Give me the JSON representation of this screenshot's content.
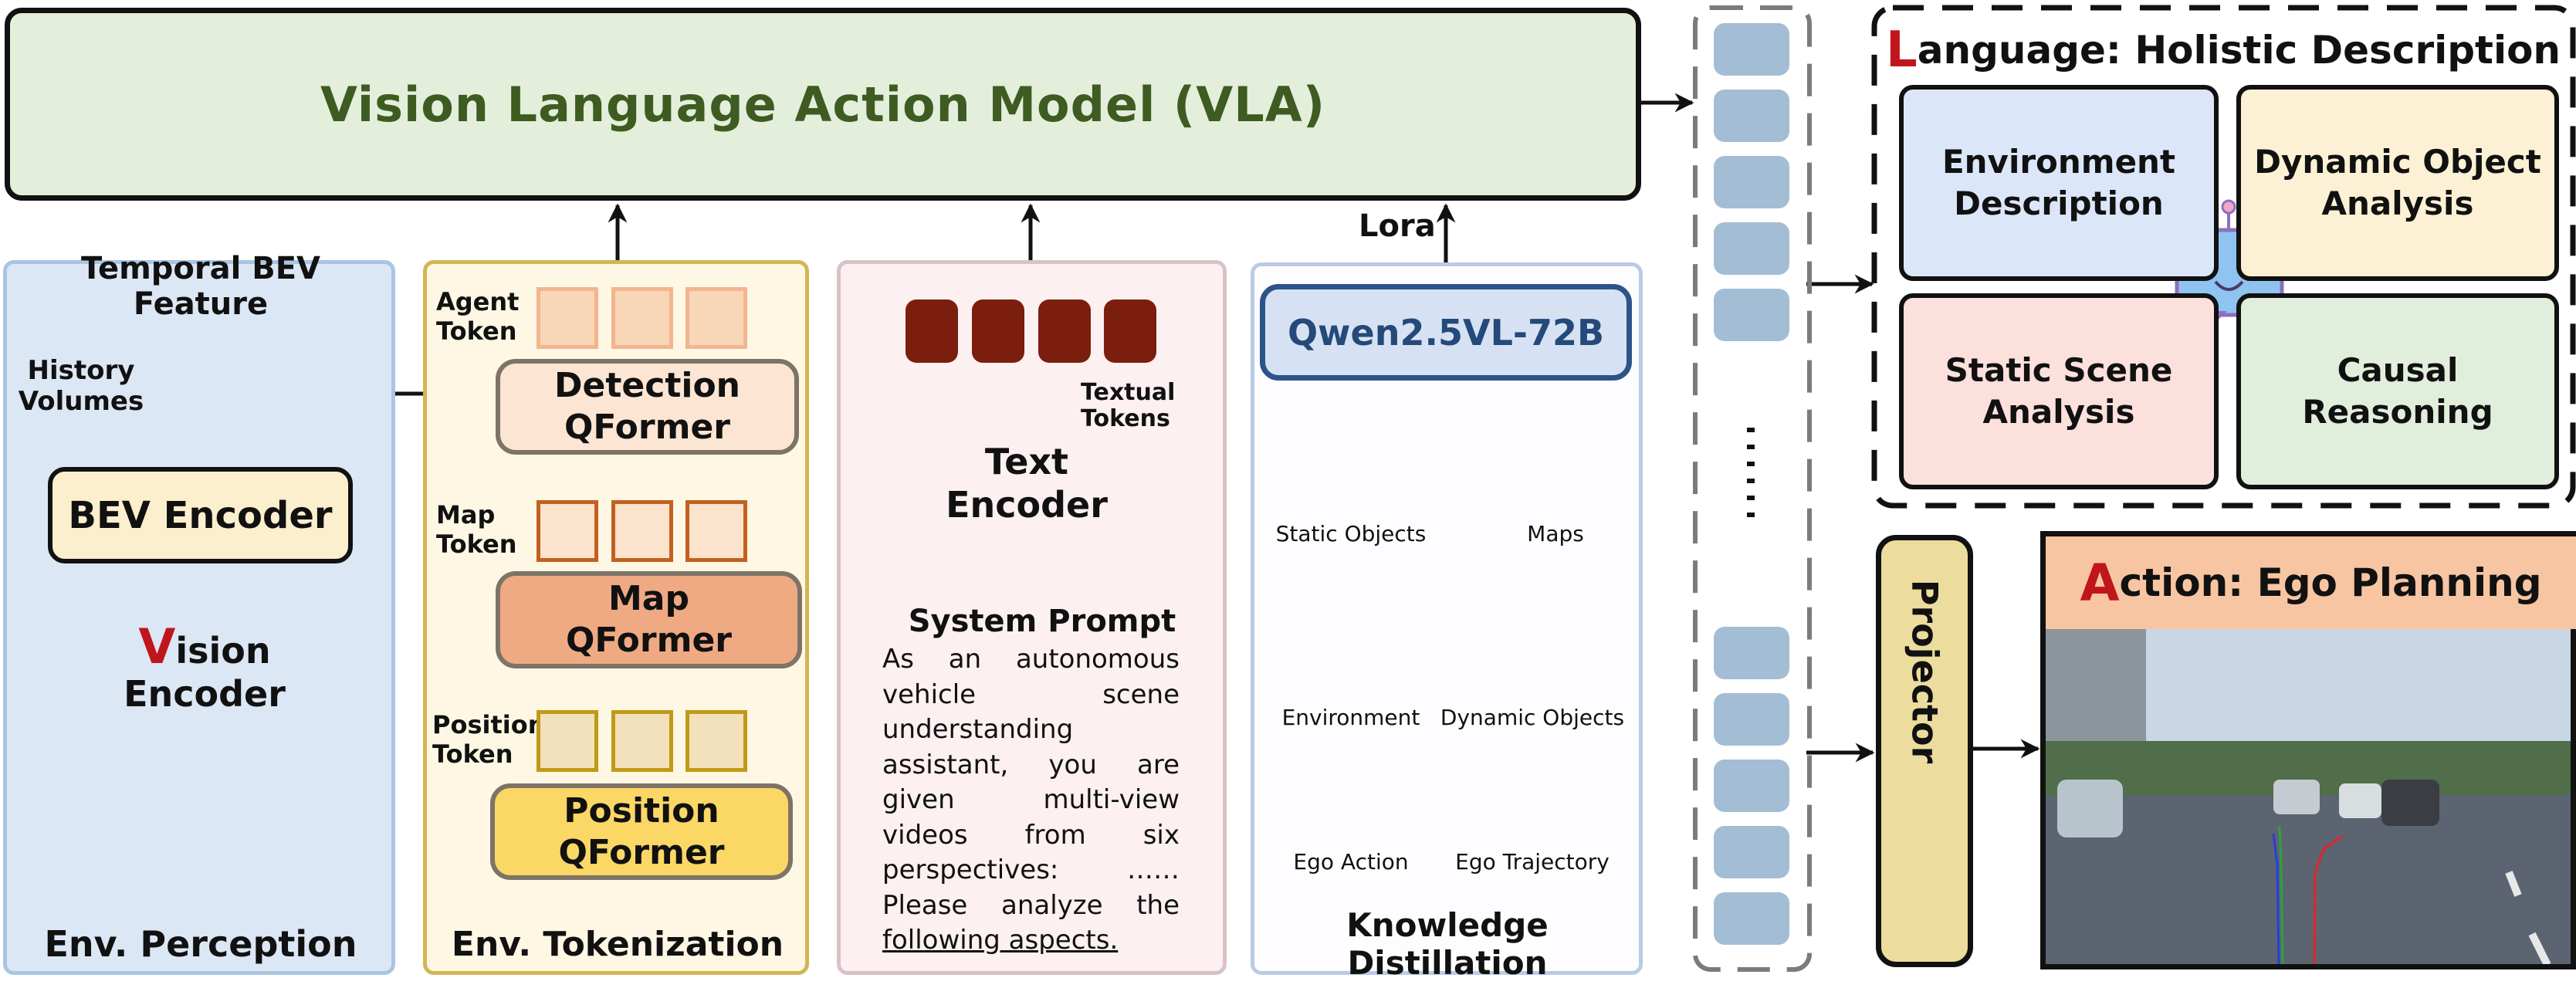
{
  "vla": {
    "title": "Vision Language Action Model (VLA)"
  },
  "perception": {
    "temporal_title": "Temporal BEV Feature",
    "history_label_line1": "History",
    "history_label_line2": "Volumes",
    "bev_encoder": "BEV Encoder",
    "vision_encoder_initial": "V",
    "vision_encoder_rest": "ision",
    "vision_encoder_line2": "Encoder",
    "title": "Env. Perception"
  },
  "tokenization": {
    "agent_label_line1": "Agent",
    "agent_label_line2": "Token",
    "detection_line1": "Detection",
    "detection_line2": "QFormer",
    "map_label_line1": "Map",
    "map_label_line2": "Token",
    "map_q_line1": "Map",
    "map_q_line2": "QFormer",
    "position_label_line1": "Position",
    "position_label_line2": "Token",
    "position_q_line1": "Position",
    "position_q_line2": "QFormer",
    "title": "Env. Tokenization"
  },
  "text_branch": {
    "textual_tokens_line1": "Textual",
    "textual_tokens_line2": "Tokens",
    "text_encoder_line1": "Text",
    "text_encoder_line2": "Encoder",
    "prompt_title": "System Prompt",
    "prompt_text": "As an autonomous vehicle scene understanding assistant, you are given multi-view videos from six perspectives: …… Please analyze the",
    "prompt_text_end": "following aspects."
  },
  "distillation": {
    "lora_label": "Lora",
    "teacher_model": "Qwen2.5VL-72B",
    "items": [
      {
        "label": "Static Objects",
        "icon": "traffic-sign-icon"
      },
      {
        "label": "Maps",
        "icon": "map-icon"
      },
      {
        "label": "Environment",
        "icon": "road-landscape-icon"
      },
      {
        "label": "Dynamic Objects",
        "icon": "car-pedestrian-icon"
      },
      {
        "label": "Ego Action",
        "icon": "steering-wheel-icon"
      },
      {
        "label": "Ego Trajectory",
        "icon": "trajectory-icon"
      }
    ],
    "title": "Knowledge Distillation"
  },
  "language": {
    "title_initial": "L",
    "title_rest": "anguage: Holistic Description",
    "cells": [
      {
        "line1": "Environment",
        "line2": "Description"
      },
      {
        "line1": "Dynamic Object",
        "line2": "Analysis"
      },
      {
        "line1": "Static Scene",
        "line2": "Analysis"
      },
      {
        "line1": "Causal",
        "line2": "Reasoning"
      }
    ]
  },
  "projector": {
    "label": "Projector"
  },
  "action": {
    "title_initial": "A",
    "title_rest": "ction: Ego Planning"
  },
  "colors": {
    "accent_red": "#c0151b",
    "vla_text": "#3e5b22",
    "text_token": "#7b1e0e",
    "output_token": "#a3bdd5",
    "qwen_blue": "#2d5489"
  }
}
